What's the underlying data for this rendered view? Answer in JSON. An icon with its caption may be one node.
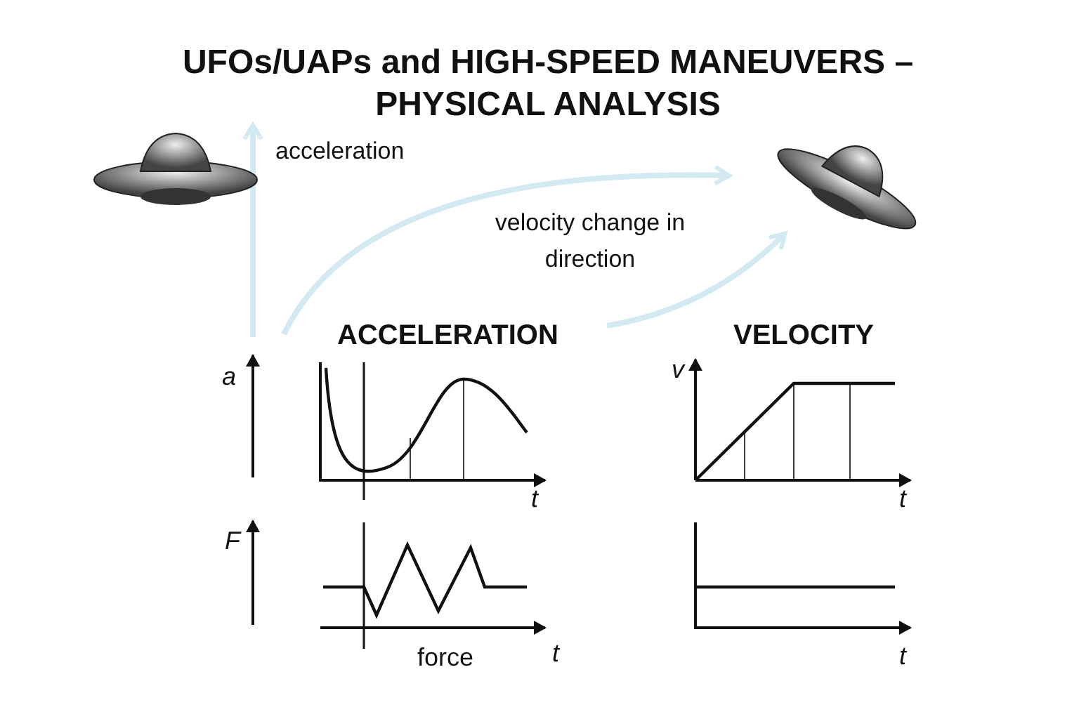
{
  "diagram": {
    "title": "UFOs/UAPs and HIGH-SPEED MANEUVERS – PHYSICAL ANALYSIS",
    "labels": [
      "acceleration",
      "velocity change in direction",
      "ACCELERATION",
      "VELOCITY",
      "a",
      "v",
      "t",
      "t",
      "F",
      "force",
      "t",
      "t"
    ]
  }
}
